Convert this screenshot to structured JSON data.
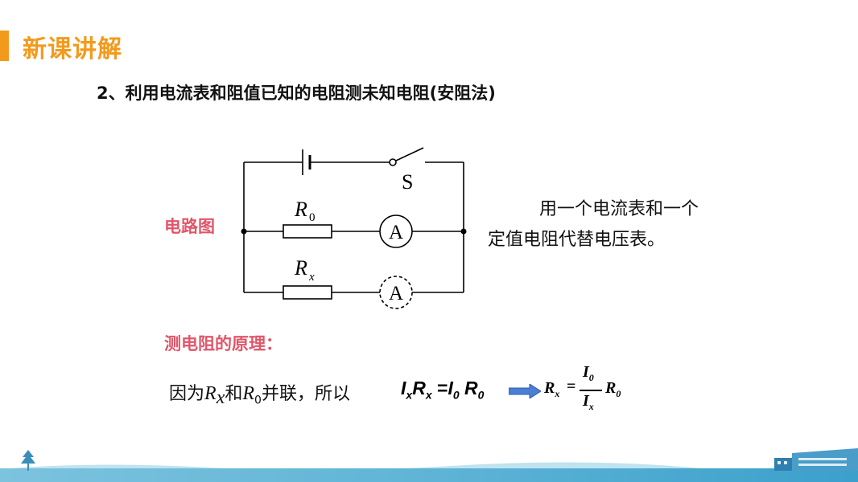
{
  "header": {
    "section_title": "新课讲解",
    "heading": "2、利用电流表和阻值已知的电阻测未知电阻(安阻法)"
  },
  "circuit": {
    "label": "电路图",
    "switch_label": "S",
    "r0_label": "R",
    "r0_sub": "0",
    "rx_label": "R",
    "rx_sub": "x",
    "ammeter1_label": "A",
    "ammeter2_label": "A"
  },
  "description": {
    "line1": "用一个电流表和一个",
    "line2": "定值电阻代替电压表。"
  },
  "principle": {
    "label": "测电阻的原理：",
    "reason_prefix": "因为",
    "reason_r1": "R",
    "reason_r1_sub": "x",
    "reason_and": "和",
    "reason_r2": "R",
    "reason_r2_sub": "0",
    "reason_suffix": "并联，所以",
    "eq_i1": "I",
    "eq_i1_sub": "x",
    "eq_r1": "R",
    "eq_r1_sub": "x",
    "eq_equals": " =",
    "eq_i2": "I",
    "eq_i2_sub": "0",
    "eq_r2": " R",
    "eq_r2_sub": "0",
    "frac_lhs": "R",
    "frac_lhs_sub": "x",
    "frac_eq": "=",
    "frac_num": "I",
    "frac_num_sub": "0",
    "frac_den": "I",
    "frac_den_sub": "x",
    "frac_rhs": "R",
    "frac_rhs_sub": "0"
  },
  "colors": {
    "accent": "#f39a1c",
    "label_red": "#e0566a",
    "footer_blue": "#5fb4d6",
    "arrow_blue": "#4a7fd4"
  }
}
